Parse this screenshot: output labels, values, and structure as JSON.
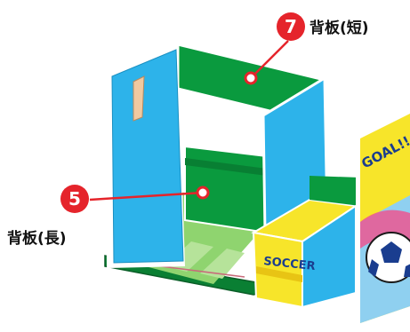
{
  "callouts": [
    {
      "number": "7",
      "label": "背板(短)"
    },
    {
      "number": "5",
      "label": "背板(長)"
    }
  ],
  "artwork": {
    "banner_text": "GOAL!!",
    "box_text": "SOCCER"
  },
  "colors": {
    "green": "#0a9a3e",
    "blue": "#2db3ea",
    "yellow": "#f7e52a",
    "badge_red": "#e5242b",
    "field_stripe": "#7cc86a"
  }
}
